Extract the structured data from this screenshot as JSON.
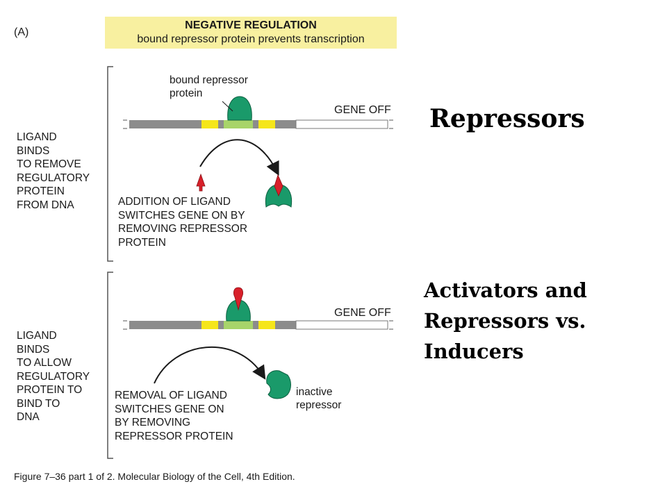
{
  "figure": {
    "panel_label": "(A)",
    "banner_title": "NEGATIVE REGULATION",
    "banner_subtitle": "bound repressor protein prevents transcription",
    "top": {
      "side_label": [
        "LIGAND",
        "BINDS",
        "TO REMOVE",
        "REGULATORY",
        "PROTEIN",
        "FROM DNA"
      ],
      "callout": [
        "bound repressor",
        "protein"
      ],
      "gene_status": "GENE OFF",
      "caption": [
        "ADDITION OF LIGAND",
        "SWITCHES GENE ON BY",
        "REMOVING REPRESSOR",
        "PROTEIN"
      ]
    },
    "bottom": {
      "side_label": [
        "LIGAND",
        "BINDS",
        "TO ALLOW",
        "REGULATORY",
        "PROTEIN TO",
        "BIND TO",
        "DNA"
      ],
      "gene_status": "GENE OFF",
      "caption": [
        "REMOVAL OF LIGAND",
        "SWITCHES GENE ON",
        "BY REMOVING",
        "REPRESSOR PROTEIN"
      ],
      "inactive_label": [
        "inactive",
        "repressor"
      ]
    },
    "caption": "Figure 7–36 part 1 of 2. Molecular Biology of the Cell, 4th Edition.",
    "colors": {
      "repressor": "#1a9a6a",
      "ligand": "#d8202a",
      "dna_gray": "#8c8c8c",
      "operator_yellow": "#f5e61a",
      "operator_green": "#a8d46a",
      "banner": "#f8f0a0"
    }
  },
  "slide": {
    "title_right": "Repressors",
    "subtitle_right": [
      "Activators and",
      "Repressors vs.",
      "Inducers"
    ]
  }
}
